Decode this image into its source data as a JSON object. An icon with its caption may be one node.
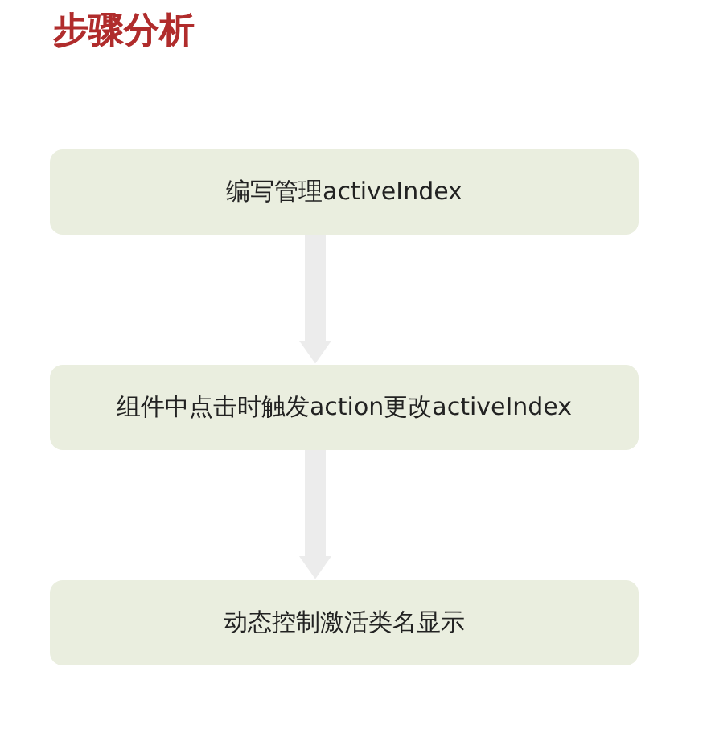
{
  "diagram": {
    "title": "步骤分析",
    "nodes": [
      {
        "text": [
          "编写管理activeIndex"
        ]
      },
      {
        "text": [
          "组件中点击时触发action更改activeIndex"
        ]
      },
      {
        "text": [
          "动态控制激活类名显示"
        ]
      }
    ],
    "edges": [
      {
        "from": 0,
        "to": 1,
        "arrow": "to"
      },
      {
        "from": 1,
        "to": 2,
        "arrow": "to"
      }
    ]
  }
}
